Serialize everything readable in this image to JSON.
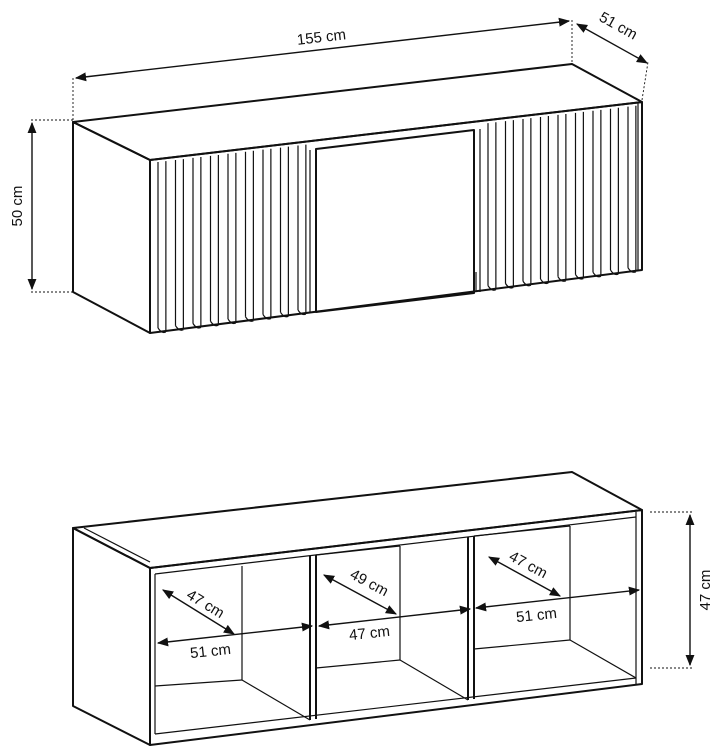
{
  "closed_view": {
    "width_label": "155 cm",
    "depth_label": "51 cm",
    "height_label": "50 cm"
  },
  "open_view": {
    "height_label": "47 cm",
    "compartments": [
      {
        "depth_label": "47 cm",
        "width_label": "51 cm"
      },
      {
        "depth_label": "49 cm",
        "width_label": "47 cm"
      },
      {
        "depth_label": "47 cm",
        "width_label": "51 cm"
      }
    ]
  }
}
